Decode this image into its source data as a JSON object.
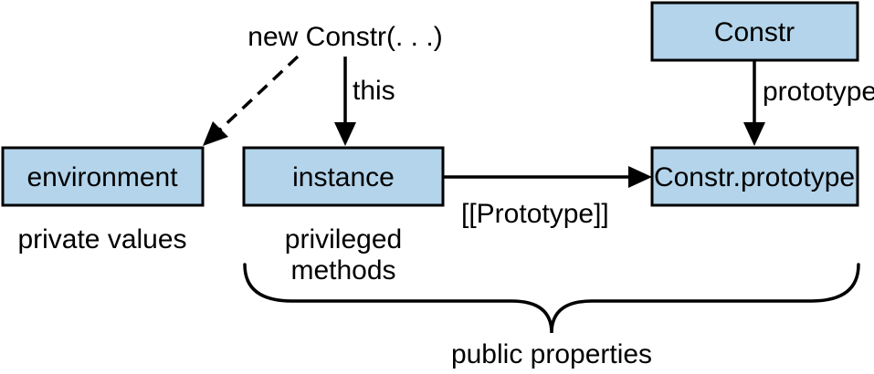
{
  "nodes": {
    "constr": "Constr",
    "environment": "environment",
    "instance": "instance",
    "constr_prototype": "Constr.prototype"
  },
  "labels": {
    "new_constr": "new Constr(. . .)",
    "this_edge": "this",
    "prototype_edge": "prototype",
    "proto_link": "[[Prototype]]",
    "private_values": "private values",
    "privileged_line1": "privileged",
    "privileged_line2": "methods",
    "public_properties": "public properties"
  },
  "colors": {
    "box_fill": "#b3d4ea",
    "stroke": "#000000"
  }
}
